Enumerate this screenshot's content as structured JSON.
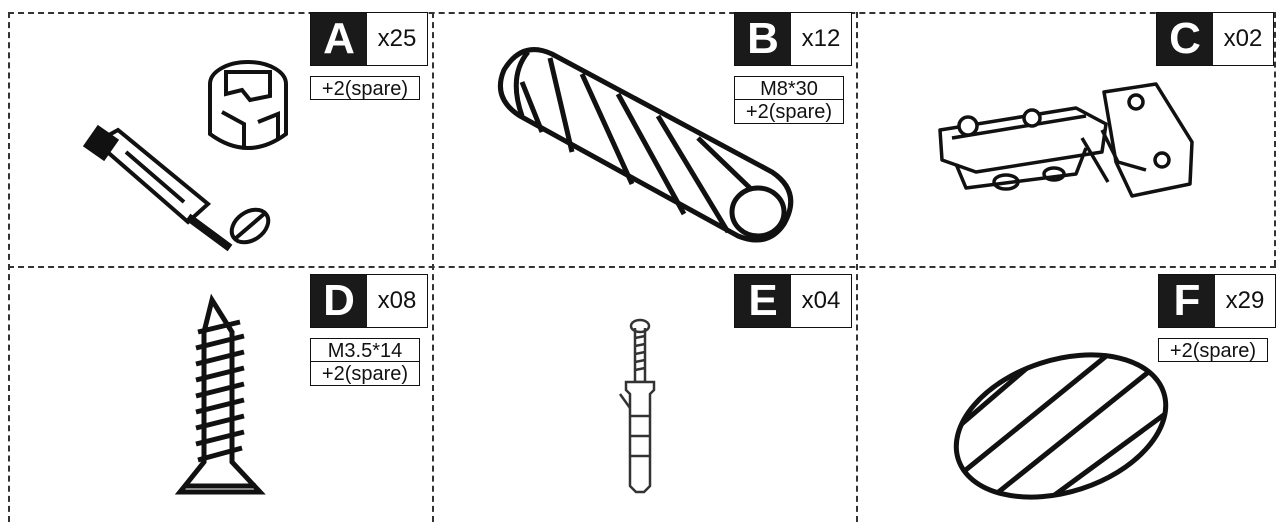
{
  "parts": [
    {
      "letter": "A",
      "qty": "x25",
      "spec_lines": [
        "+2(spare)"
      ],
      "icon": "cam-lock-and-bolt"
    },
    {
      "letter": "B",
      "qty": "x12",
      "spec_lines": [
        "M8*30",
        "+2(spare)"
      ],
      "icon": "wooden-dowel"
    },
    {
      "letter": "C",
      "qty": "x02",
      "spec_lines": [],
      "icon": "cabinet-hinge"
    },
    {
      "letter": "D",
      "qty": "x08",
      "spec_lines": [
        "M3.5*14",
        "+2(spare)"
      ],
      "icon": "wood-screw"
    },
    {
      "letter": "E",
      "qty": "x04",
      "spec_lines": [],
      "icon": "wall-plug-with-screw"
    },
    {
      "letter": "F",
      "qty": "x29",
      "spec_lines": [
        "+2(spare)"
      ],
      "icon": "cover-cap"
    }
  ]
}
